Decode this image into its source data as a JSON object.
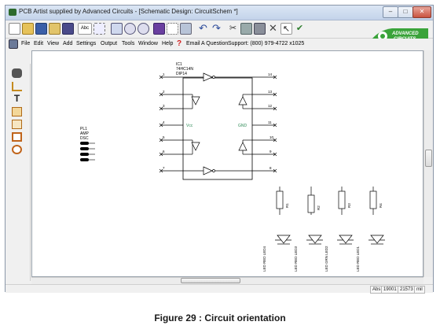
{
  "window": {
    "title": "PCB Artist supplied by Advanced Circuits - [Schematic Design: CircuitSchem *]",
    "min_label": "–",
    "max_label": "□",
    "close_label": "✕"
  },
  "menu": {
    "items": [
      "File",
      "Edit",
      "View",
      "Add",
      "Settings",
      "Output",
      "Tools",
      "Window",
      "Help"
    ],
    "email_label": "Email A Question",
    "support_label": "Support: (800) 979-4722 x1025"
  },
  "logo": {
    "line1": "ADVANCED",
    "line2": "CIRCUITS"
  },
  "schematic": {
    "ic_name": "IC1",
    "ic_part": "74HC14N",
    "ic_pkg": "DIP14",
    "vcc_label": "Vcc",
    "gnd_label": "GND",
    "pin_left": [
      "1",
      "2",
      "3",
      "4",
      "5",
      "6",
      "7"
    ],
    "pin_right": [
      "14",
      "13",
      "12",
      "11",
      "10",
      "9",
      "8"
    ],
    "connector_name": "PL1",
    "connector_part": "AMP",
    "connector_pkg": "DSC",
    "resistors": [
      "R1",
      "R2",
      "R3",
      "R4"
    ],
    "led_labels": [
      "LED RED LED4",
      "LED RED LED3",
      "LED GRN LED2",
      "LED RED LED1"
    ]
  },
  "status": {
    "mode": "Abs",
    "x": "19001",
    "y": "21573",
    "unit": "mil"
  },
  "caption": "Figure 29 : Circuit orientation",
  "colors": {
    "accent": "#2d7d2d",
    "logo_green": "#3aa33a",
    "schematic_line": "#000000",
    "pin_label": "#2e8b57"
  },
  "icons": {
    "toolbar": [
      "new-file-icon",
      "open-folder-icon",
      "save-icon",
      "save-all-icon",
      "part-icon",
      "text-abc-icon",
      "grid-icon",
      "zoom-fit-icon",
      "zoom-in-icon",
      "zoom-out-icon",
      "drc-icon",
      "grid-dots-icon",
      "component-icon",
      "undo-icon",
      "redo-icon",
      "cut-icon",
      "copy-icon",
      "paste-icon",
      "delete-icon",
      "select-arrow-icon",
      "check-icon"
    ],
    "left": [
      "hand-icon",
      "wire-icon",
      "text-icon",
      "component-add-icon",
      "power-icon",
      "rectangle-icon",
      "circle-icon"
    ]
  }
}
